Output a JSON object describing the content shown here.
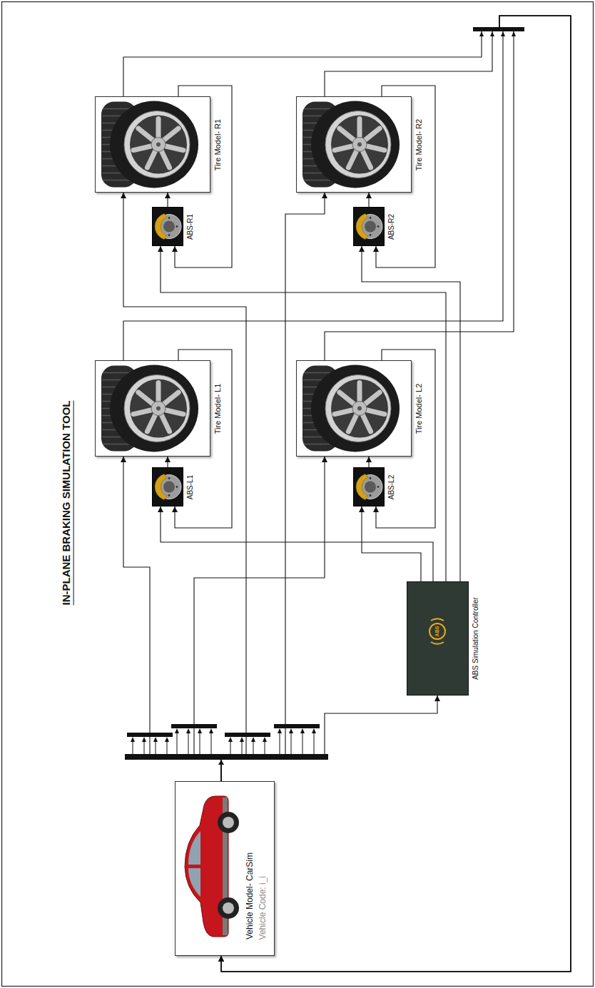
{
  "diagram": {
    "title": "IN-PLANE BRAKING SIMULATION TOOL",
    "nodes": [
      {
        "text": [
          "Vehicle Model- CarSim",
          "Vehicle Code: i_i"
        ]
      },
      {
        "text": [
          "Tire Model- L1"
        ]
      },
      {
        "text": [
          "ABS-L1"
        ]
      },
      {
        "text": [
          "Tire Model- L2"
        ]
      },
      {
        "text": [
          "ABS-L2"
        ]
      },
      {
        "text": [
          "Tire Model- R1"
        ]
      },
      {
        "text": [
          "ABS-R1"
        ]
      },
      {
        "text": [
          "Tire Model- R2"
        ]
      },
      {
        "text": [
          "ABS-R2"
        ]
      },
      {
        "text": [
          "ABS Simulation Controller"
        ]
      }
    ],
    "edges": [
      {
        "from": 0,
        "to": 1,
        "arrow": "to"
      },
      {
        "from": 0,
        "to": 3,
        "arrow": "to"
      },
      {
        "from": 0,
        "to": 5,
        "arrow": "to"
      },
      {
        "from": 0,
        "to": 7,
        "arrow": "to"
      },
      {
        "from": 0,
        "to": 9,
        "arrow": "to"
      },
      {
        "from": 9,
        "to": 2,
        "arrow": "to"
      },
      {
        "from": 9,
        "to": 4,
        "arrow": "to"
      },
      {
        "from": 9,
        "to": 6,
        "arrow": "to"
      },
      {
        "from": 9,
        "to": 8,
        "arrow": "to"
      },
      {
        "from": 2,
        "to": 1,
        "arrow": "to"
      },
      {
        "from": 1,
        "to": 2,
        "arrow": "to"
      },
      {
        "from": 4,
        "to": 3,
        "arrow": "to"
      },
      {
        "from": 3,
        "to": 4,
        "arrow": "to"
      },
      {
        "from": 6,
        "to": 5,
        "arrow": "to"
      },
      {
        "from": 5,
        "to": 6,
        "arrow": "to"
      },
      {
        "from": 8,
        "to": 7,
        "arrow": "to"
      },
      {
        "from": 7,
        "to": 8,
        "arrow": "to"
      },
      {
        "from": 1,
        "to": 0,
        "arrow": "to"
      },
      {
        "from": 3,
        "to": 0,
        "arrow": "to"
      },
      {
        "from": 5,
        "to": 0,
        "arrow": "to"
      },
      {
        "from": 7,
        "to": 0,
        "arrow": "to"
      }
    ],
    "labels": [
      "ABS"
    ]
  }
}
